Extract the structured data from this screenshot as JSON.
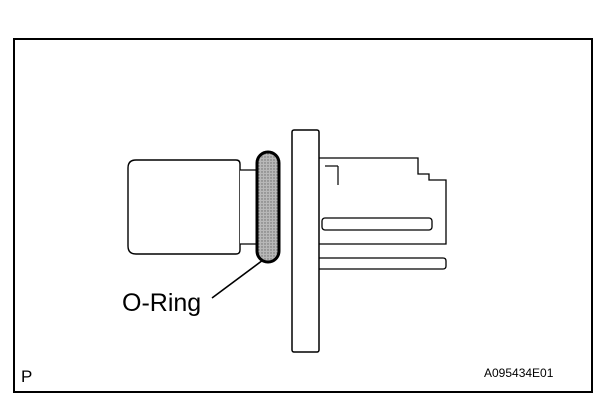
{
  "callout": {
    "label": "O-Ring"
  },
  "corner_letter": "P",
  "figure_code": "A095434E01",
  "colors": {
    "line": "#000000",
    "highlight_fill": "#9a9a9a",
    "background": "#ffffff"
  }
}
